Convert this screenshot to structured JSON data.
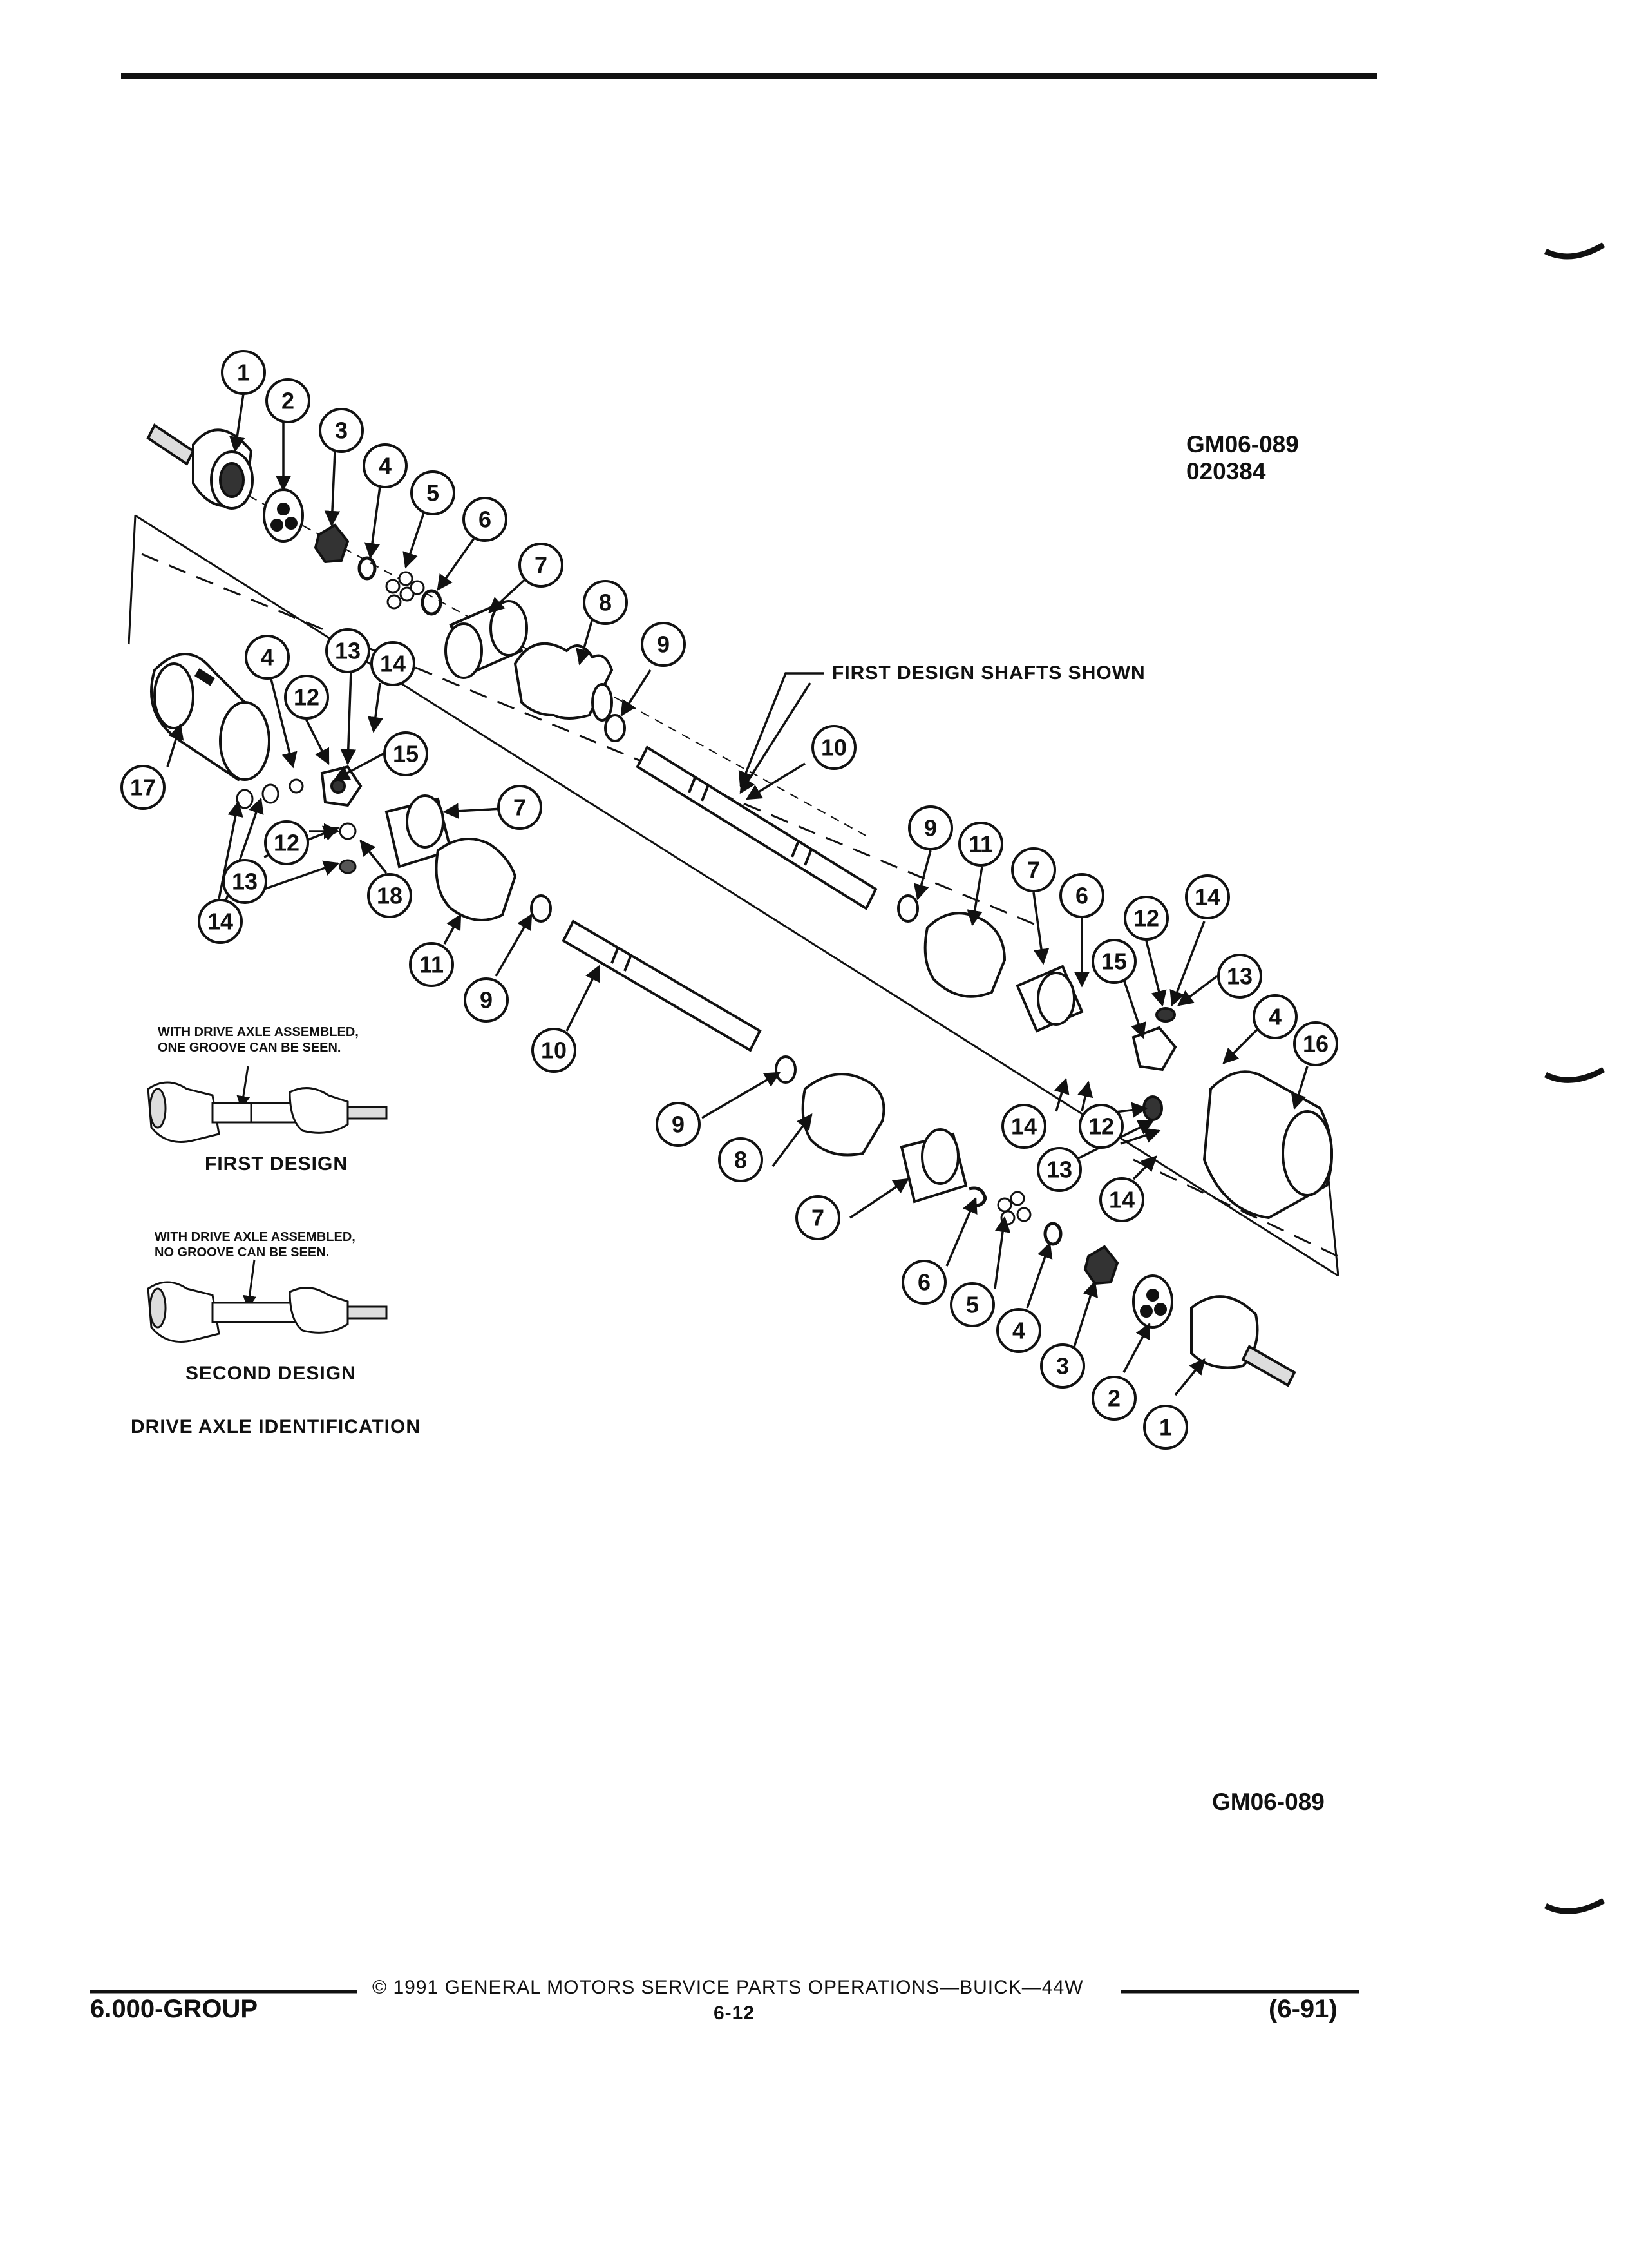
{
  "figure": {
    "code_top": "GM06-089",
    "date_code": "020384",
    "code_bottom": "GM06-089",
    "shafts_label": "FIRST DESIGN SHAFTS SHOWN"
  },
  "identification": {
    "first_note_line1": "WITH DRIVE AXLE ASSEMBLED,",
    "first_note_line2": "ONE GROOVE CAN BE SEEN.",
    "first_caption": "FIRST DESIGN",
    "second_note_line1": "WITH DRIVE AXLE ASSEMBLED,",
    "second_note_line2": "NO GROOVE CAN BE SEEN.",
    "second_caption": "SECOND DESIGN",
    "title": "DRIVE AXLE IDENTIFICATION"
  },
  "callouts": {
    "n1": "1",
    "n2": "2",
    "n3": "3",
    "n4": "4",
    "n5": "5",
    "n6": "6",
    "n7": "7",
    "n8": "8",
    "n9": "9",
    "n10": "10",
    "n11": "11",
    "n12": "12",
    "n13": "13",
    "n14": "14",
    "n15": "15",
    "n16": "16",
    "n17": "17",
    "n18": "18"
  },
  "footer": {
    "copyright": "© 1991 GENERAL MOTORS SERVICE PARTS OPERATIONS—BUICK—44W",
    "group": "6.000-GROUP",
    "page": "6-12",
    "revision": "(6-91)"
  }
}
